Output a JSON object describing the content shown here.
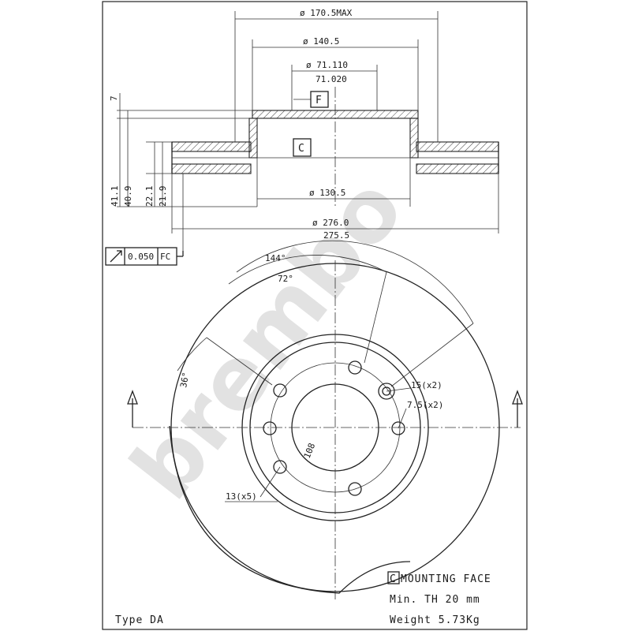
{
  "watermark": "brembo",
  "type_label": "Type DA",
  "dimensions": {
    "d_max": "ø 170.5MAX",
    "d_140": "ø 140.5",
    "d_71a": "ø 71.110",
    "d_71b": "71.020",
    "d_130": "ø 130.5",
    "d_276": "ø 276.0",
    "d_275": "275.5",
    "h_7": "7",
    "h_41": "41.1",
    "h_40": "40.9",
    "h_22": "22.1",
    "h_21": "21.9"
  },
  "datums": {
    "f": "F",
    "c": "C"
  },
  "tolerance": {
    "value": "0.050",
    "ref": "FC"
  },
  "callouts": {
    "angle_144": "144°",
    "angle_72": "72°",
    "angle_36": "36°",
    "hole_15": "15(x2)",
    "hole_7_5": "7.5(x2)",
    "hole_13": "13(x5)",
    "pcd": "108"
  },
  "notes": {
    "mounting_box": "C",
    "mounting_face": "MOUNTING FACE",
    "min_th": "Min. TH 20   mm",
    "weight": "Weight  5.73Kg"
  }
}
